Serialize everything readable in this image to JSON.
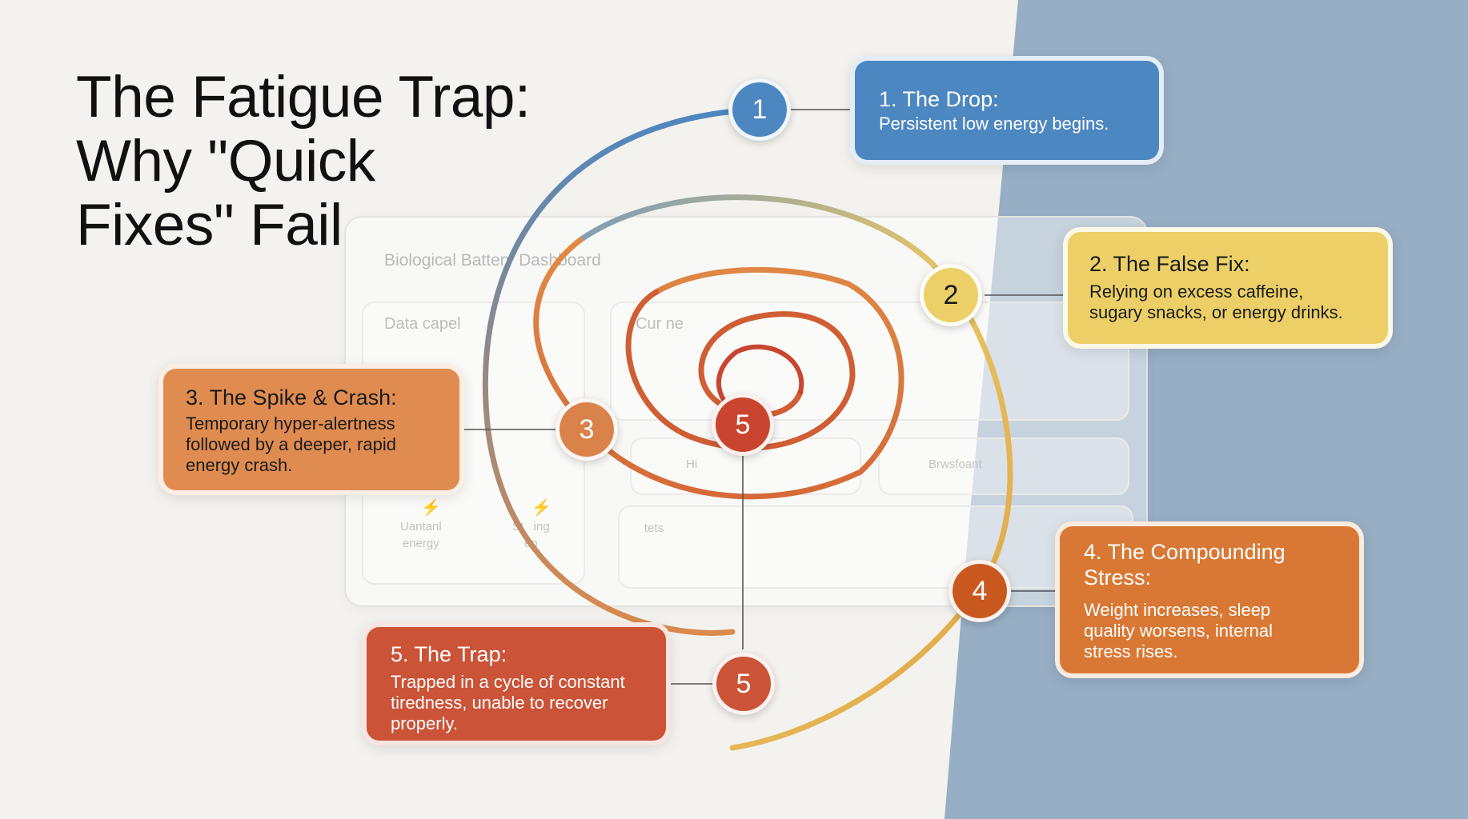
{
  "title_lines": [
    "The Fatigue Trap:",
    "Why \"Quick",
    "Fixes\" Fail"
  ],
  "colors": {
    "background_light": "#f3f2ee",
    "background_blue": "#97aec4",
    "stage1": "#4d87c1",
    "stage2": "#ecd067",
    "stage3": "#d9824a",
    "stage4": "#d4702e",
    "stage5": "#cb5337"
  },
  "dashboard": {
    "title": "Biological Battery Dashboard",
    "panel_left_label": "Data capel",
    "panel_right_label": "Cur   ne",
    "small_labels": [
      "Uantanl\nenergy",
      "St   ing\nen",
      "Hi",
      "Brwsfoant",
      "     tets"
    ]
  },
  "stages": [
    {
      "number": "1",
      "title": "1. The Drop:",
      "body_lines": [
        "Persistent low energy begins."
      ],
      "text_color": "#ffffff"
    },
    {
      "number": "2",
      "title": "2. The False Fix:",
      "body_lines": [
        "Relying on excess caffeine,",
        "sugary snacks, or energy drinks."
      ],
      "text_color": "#1a1a1a"
    },
    {
      "number": "3",
      "title": "3. The Spike & Crash:",
      "body_lines": [
        "Temporary hyper-alertness",
        "followed by a deeper, rapid",
        "energy crash."
      ],
      "text_color": "#1a1a1a"
    },
    {
      "number": "4",
      "title_lines": [
        "4. The Compounding",
        "Stress:"
      ],
      "body_lines": [
        "Weight increases, sleep",
        "quality worsens, internal",
        "stress rises."
      ],
      "text_color": "#ffffff"
    },
    {
      "number": "5",
      "title": "5. The Trap:",
      "body_lines": [
        "Trapped in a cycle of constant",
        "tiredness, unable to recover",
        "properly."
      ],
      "text_color": "#ffffff"
    }
  ],
  "center_node": "5"
}
